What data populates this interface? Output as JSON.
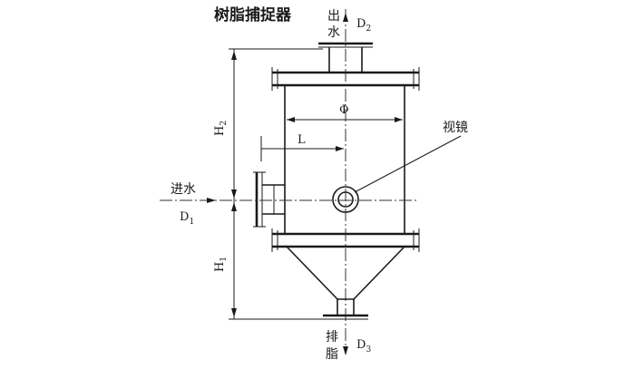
{
  "title": "树脂捕捉器",
  "labels": {
    "outlet_top": "出",
    "outlet_bottom": "水",
    "inlet_water": "进水",
    "sight_glass": "视镜",
    "drain_top": "排",
    "drain_bottom": "脂"
  },
  "dimensions": {
    "phi": "Φ",
    "l": "L",
    "h1_main": "H",
    "h1_sub": "1",
    "h2_main": "H",
    "h2_sub": "2",
    "d1_main": "D",
    "d1_sub": "1",
    "d2_main": "D",
    "d2_sub": "2",
    "d3_main": "D",
    "d3_sub": "3"
  }
}
